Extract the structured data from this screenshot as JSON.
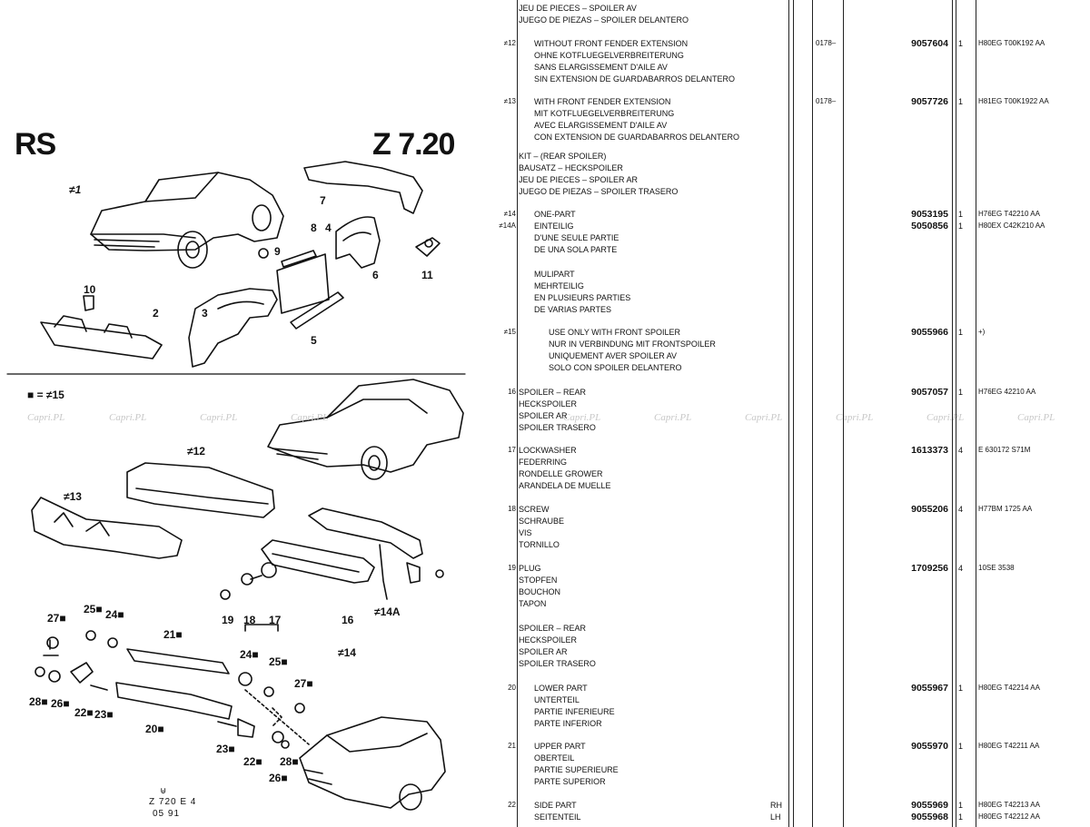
{
  "header": {
    "left_code": "RS",
    "right_code": "Z 7.20"
  },
  "legend": "■ = ≠15",
  "illustration_labels": {
    "l1": "≠1",
    "l2": "2",
    "l3": "3",
    "l4": "4",
    "l5": "5",
    "l6": "6",
    "l7": "7",
    "l8": "8",
    "l9": "9",
    "l10": "10",
    "l11": "11",
    "l12": "≠12",
    "l13": "≠13",
    "l14": "≠14",
    "l14a": "≠14A",
    "l16": "16",
    "l17": "17",
    "l18": "18",
    "l19": "19",
    "l20": "20■",
    "l21": "21■",
    "l22a": "22■",
    "l22b": "22■",
    "l23a": "23■",
    "l23b": "23■",
    "l24a": "24■",
    "l24b": "24■",
    "l25a": "25■",
    "l25b": "25■",
    "l26a": "26■",
    "l26b": "26■",
    "l27a": "27■",
    "l27b": "27■",
    "l28a": "28■",
    "l28b": "28■"
  },
  "footer_code": "Z 720 E 4",
  "footer_date": "05 91",
  "watermark": "Capri.PL",
  "rows": [
    {
      "ref": "",
      "lines": [
        "JEU DE PIECES – SPOILER AV",
        "JUEGO DE PIEZAS – SPOILER DELANTERO"
      ],
      "indent": false,
      "range": "",
      "part": "",
      "qty": "",
      "code": ""
    },
    {
      "ref": "≠12",
      "lines": [
        "WITHOUT FRONT FENDER EXTENSION",
        "OHNE KOTFLUEGELVERBREITERUNG",
        "SANS ELARGISSEMENT D'AILE AV",
        "SIN EXTENSION DE GUARDABARROS DELANTERO"
      ],
      "indent": true,
      "range": "0178–",
      "part": "9057604",
      "qty": "1",
      "code": "H80EG T00K192 AA"
    },
    {
      "ref": "≠13",
      "lines": [
        "WITH FRONT FENDER EXTENSION",
        "MIT KOTFLUEGELVERBREITERUNG",
        "AVEC ELARGISSEMENT D'AILE AV",
        "CON EXTENSION DE GUARDABARROS DELANTERO"
      ],
      "indent": true,
      "range": "0178–",
      "part": "9057726",
      "qty": "1",
      "code": "H81EG T00K1922 AA"
    },
    {
      "ref": "",
      "lines": [
        "KIT – (REAR SPOILER)",
        "BAUSATZ – HECKSPOILER",
        "JEU DE PIECES – SPOILER AR",
        "JUEGO DE PIEZAS – SPOILER TRASERO"
      ],
      "indent": false,
      "range": "",
      "part": "",
      "qty": "",
      "code": ""
    },
    {
      "ref": "≠14\n≠14A",
      "lines": [
        "ONE-PART",
        "EINTEILIG",
        "D'UNE SEULE PARTIE",
        "DE UNA SOLA PARTE"
      ],
      "indent": true,
      "range": "",
      "part": "9053195\n5050856",
      "qty": "1\n1",
      "code": "H76EG T42210 AA\nH80EX C42K210 AA"
    },
    {
      "ref": "",
      "lines": [
        "MULIPART",
        "MEHRTEILIG",
        "EN PLUSIEURS PARTIES",
        "DE VARIAS PARTES"
      ],
      "indent": true,
      "range": "",
      "part": "",
      "qty": "",
      "code": ""
    },
    {
      "ref": "≠15",
      "lines": [
        "USE ONLY WITH FRONT SPOILER",
        "NUR IN VERBINDUNG MIT FRONTSPOILER",
        "UNIQUEMENT AVER SPOILER AV",
        "SOLO CON SPOILER DELANTERO"
      ],
      "indent": true,
      "deep": true,
      "range": "",
      "part": "9055966",
      "qty": "1",
      "code": "+)"
    },
    {
      "ref": "16",
      "lines": [
        "SPOILER – REAR",
        "HECKSPOILER",
        "SPOILER AR",
        "SPOILER TRASERO"
      ],
      "indent": false,
      "range": "",
      "part": "9057057",
      "qty": "1",
      "code": "H76EG 42210 AA"
    },
    {
      "ref": "17",
      "lines": [
        "LOCKWASHER",
        "FEDERRING",
        "RONDELLE GROWER",
        "ARANDELA DE MUELLE"
      ],
      "indent": false,
      "range": "",
      "part": "1613373",
      "qty": "4",
      "code": "E 630172 S71M"
    },
    {
      "ref": "18",
      "lines": [
        "SCREW",
        "SCHRAUBE",
        "VIS",
        "TORNILLO"
      ],
      "indent": false,
      "range": "",
      "part": "9055206",
      "qty": "4",
      "code": "H77BM 1725 AA"
    },
    {
      "ref": "19",
      "lines": [
        "PLUG",
        "STOPFEN",
        "BOUCHON",
        "TAPON"
      ],
      "indent": false,
      "range": "",
      "part": "1709256",
      "qty": "4",
      "code": "10SE 3538"
    },
    {
      "ref": "",
      "lines": [
        "SPOILER – REAR",
        "HECKSPOILER",
        "SPOILER AR",
        "SPOILER TRASERO"
      ],
      "indent": false,
      "range": "",
      "part": "",
      "qty": "",
      "code": ""
    },
    {
      "ref": "20",
      "lines": [
        "LOWER PART",
        "UNTERTEIL",
        "PARTIE INFERIEURE",
        "PARTE INFERIOR"
      ],
      "indent": true,
      "range": "",
      "part": "9055967",
      "qty": "1",
      "code": "H80EG T42214 AA"
    },
    {
      "ref": "21",
      "lines": [
        "UPPER PART",
        "OBERTEIL",
        "PARTIE SUPERIEURE",
        "PARTE SUPERIOR"
      ],
      "indent": true,
      "range": "",
      "part": "9055970",
      "qty": "1",
      "code": "H80EG T42211 AA"
    },
    {
      "ref": "22",
      "lines": [
        "SIDE PART",
        "SEITENTEIL"
      ],
      "indent": true,
      "side": "RH\nLH",
      "range": "",
      "part": "9055969\n9055968",
      "qty": "1\n1",
      "code": "H80EG T42213 AA\nH80EG T42212 AA"
    }
  ]
}
